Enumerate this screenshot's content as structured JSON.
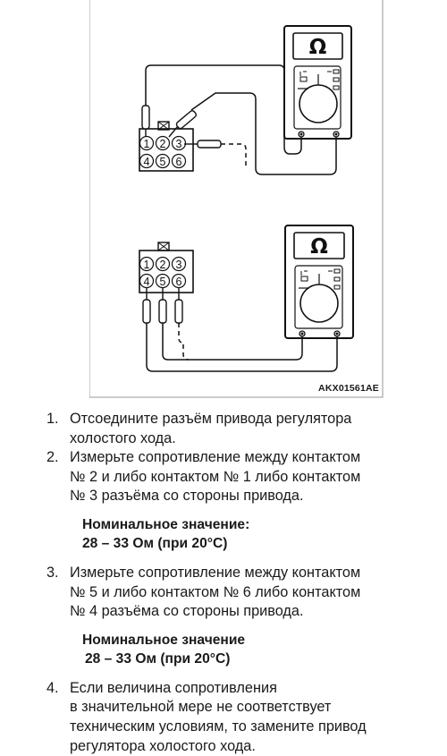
{
  "figure": {
    "code": "AKX01561AE",
    "meter_symbol": "Ω",
    "connector_top_pins": [
      "1",
      "2",
      "3",
      "4",
      "5",
      "6"
    ],
    "connector_bottom_pins": [
      "1",
      "2",
      "3",
      "4",
      "5",
      "6"
    ]
  },
  "steps": [
    {
      "number": "1.",
      "lines": [
        "Отсоедините разъём привода регулятора",
        "холостого хода."
      ]
    },
    {
      "number": "2.",
      "lines": [
        "Измерьте сопротивление между контактом",
        "№ 2 и либо контактом № 1 либо контактом",
        "№ 3 разъёма со стороны привода."
      ],
      "nominal_label": "Номинальное значение:",
      "nominal_value": "28 – 33 Ом (при 20°C)"
    },
    {
      "number": "3.",
      "lines": [
        "Измерьте сопротивление между контактом",
        "№ 5 и либо контактом № 6 либо контактом",
        "№ 4 разъёма со стороны привода."
      ],
      "nominal_label": "Номинальное значение",
      "nominal_value": "28 – 33 Ом (при 20°C)"
    },
    {
      "number": "4.",
      "lines": [
        "Если величина сопротивления",
        "в значительной мере не соответствует",
        "техническим условиям, то замените привод",
        "регулятора холостого хода."
      ]
    }
  ]
}
